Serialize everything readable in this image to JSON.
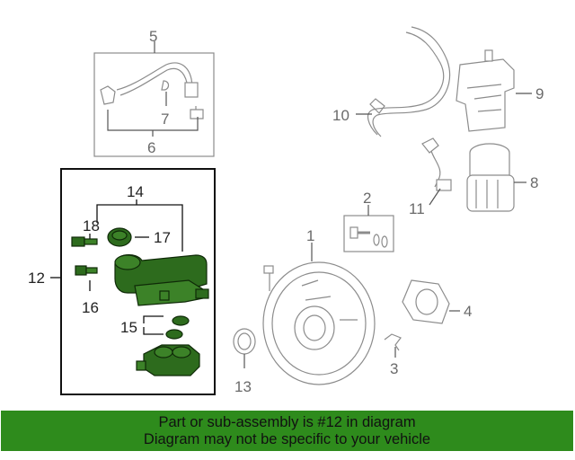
{
  "diagram": {
    "callouts": {
      "c1": "1",
      "c2": "2",
      "c3": "3",
      "c4": "4",
      "c5": "5",
      "c6": "6",
      "c7": "7",
      "c8": "8",
      "c9": "9",
      "c10": "10",
      "c11": "11",
      "c12": "12",
      "c13": "13",
      "c14": "14",
      "c15": "15",
      "c16": "16",
      "c17": "17",
      "c18": "18"
    },
    "highlight_color": "#2e8b1c",
    "part_color": "#2d6b1d"
  },
  "footer": {
    "line1": "Part or sub-assembly is #12 in diagram",
    "line2": "Diagram may not be specific to your vehicle"
  }
}
